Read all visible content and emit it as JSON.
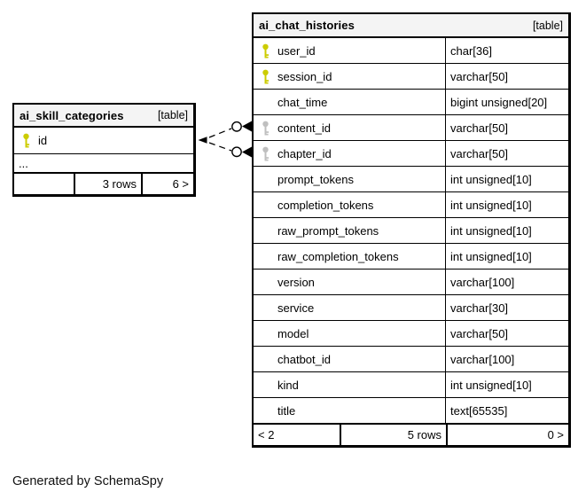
{
  "diagram": {
    "generated_by": "Generated by SchemaSpy"
  },
  "icons": {
    "primary_key": "yellow-key-icon",
    "foreign_key": "gray-key-icon"
  },
  "colors": {
    "primary_key": "#cccc00",
    "foreign_key": "#bfbfbf",
    "header_bg": "#f4f4f4",
    "border": "#000000"
  },
  "tables": [
    {
      "name": "ai_skill_categories",
      "type_label": "[table]",
      "columns": [
        {
          "name": "id",
          "type": "",
          "key": "primary"
        },
        {
          "name": "...",
          "type": "",
          "key": "none"
        }
      ],
      "footer": {
        "left": "",
        "center": "3 rows",
        "right": "6 >"
      }
    },
    {
      "name": "ai_chat_histories",
      "type_label": "[table]",
      "columns": [
        {
          "name": "user_id",
          "type": "char[36]",
          "key": "primary"
        },
        {
          "name": "session_id",
          "type": "varchar[50]",
          "key": "primary"
        },
        {
          "name": "chat_time",
          "type": "bigint unsigned[20]",
          "key": "none"
        },
        {
          "name": "content_id",
          "type": "varchar[50]",
          "key": "foreign"
        },
        {
          "name": "chapter_id",
          "type": "varchar[50]",
          "key": "foreign"
        },
        {
          "name": "prompt_tokens",
          "type": "int unsigned[10]",
          "key": "none"
        },
        {
          "name": "completion_tokens",
          "type": "int unsigned[10]",
          "key": "none"
        },
        {
          "name": "raw_prompt_tokens",
          "type": "int unsigned[10]",
          "key": "none"
        },
        {
          "name": "raw_completion_tokens",
          "type": "int unsigned[10]",
          "key": "none"
        },
        {
          "name": "version",
          "type": "varchar[100]",
          "key": "none"
        },
        {
          "name": "service",
          "type": "varchar[30]",
          "key": "none"
        },
        {
          "name": "model",
          "type": "varchar[50]",
          "key": "none"
        },
        {
          "name": "chatbot_id",
          "type": "varchar[100]",
          "key": "none"
        },
        {
          "name": "kind",
          "type": "int unsigned[10]",
          "key": "none"
        },
        {
          "name": "title",
          "type": "text[65535]",
          "key": "none"
        }
      ],
      "footer": {
        "left": "< 2",
        "center": "5 rows",
        "right": "0 >"
      }
    }
  ],
  "relationships": [
    {
      "from_table": "ai_chat_histories",
      "from_column": "content_id",
      "to_table": "ai_skill_categories",
      "to_column": "id",
      "style": "dashed"
    },
    {
      "from_table": "ai_chat_histories",
      "from_column": "chapter_id",
      "to_table": "ai_skill_categories",
      "to_column": "id",
      "style": "dashed"
    }
  ]
}
